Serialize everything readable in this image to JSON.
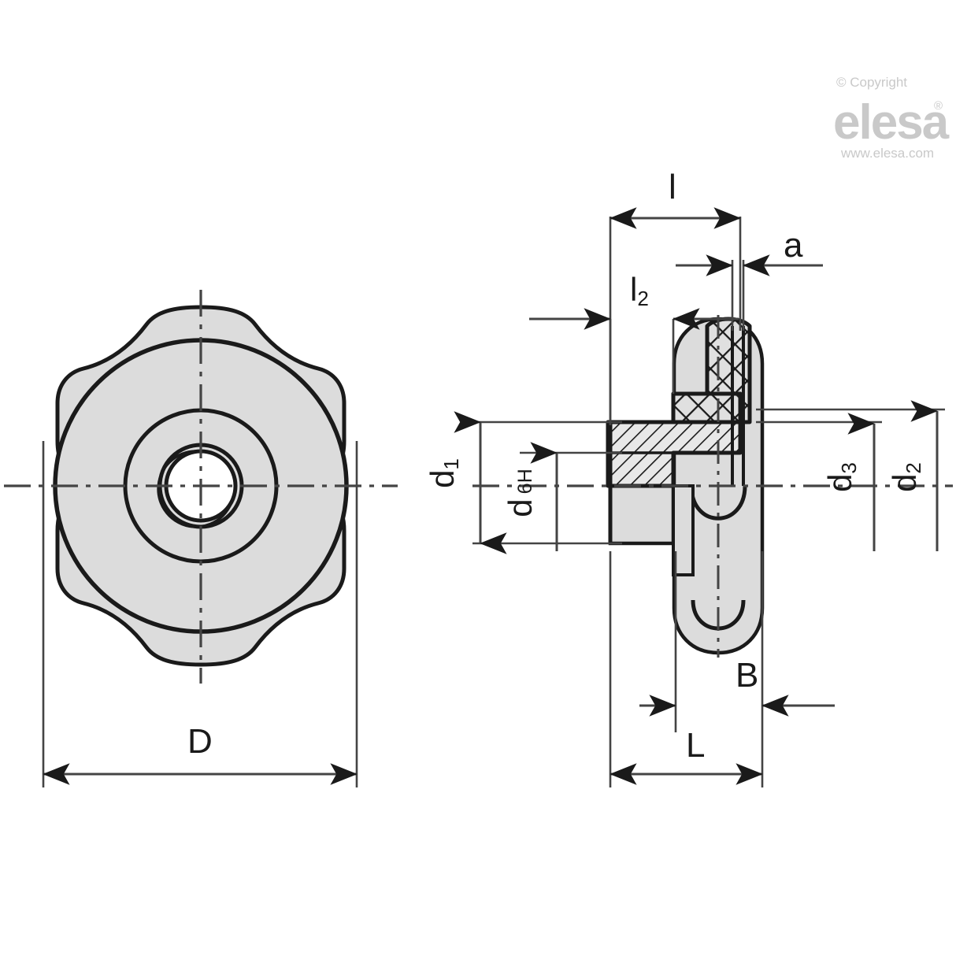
{
  "drawing": {
    "title": "Knurled knob technical drawing",
    "type": "engineering-drawing",
    "views": [
      {
        "name": "front-view",
        "description": "Six-lobed knob front elevation"
      },
      {
        "name": "section-view",
        "description": "Sectional side elevation with threaded boss"
      }
    ]
  },
  "branding": {
    "copyright": "© Copyright",
    "logo_text": "elesa",
    "registered_mark": "®",
    "website": "www.elesa.com",
    "color": "#c9c9c9"
  },
  "dimensions": {
    "D": {
      "label": "D",
      "view": "front-view",
      "orientation": "horizontal",
      "description": "Overall knob diameter"
    },
    "l": {
      "label": "l",
      "view": "section-view",
      "orientation": "horizontal",
      "description": "Overall length of boss"
    },
    "l2": {
      "label": "l",
      "subscript": "2",
      "view": "section-view",
      "orientation": "horizontal",
      "description": "Secondary length"
    },
    "a": {
      "label": "a",
      "view": "section-view",
      "orientation": "horizontal",
      "description": "Small axial gap"
    },
    "d1": {
      "label": "d",
      "subscript": "1",
      "view": "section-view",
      "orientation": "vertical",
      "description": "Boss outer diameter"
    },
    "d_6H": {
      "label": "d",
      "suffix": "6H",
      "view": "section-view",
      "orientation": "vertical",
      "description": "Threaded bore, tolerance 6H"
    },
    "d2": {
      "label": "d",
      "subscript": "2",
      "view": "section-view",
      "orientation": "vertical",
      "description": "Knob body diameter"
    },
    "d3": {
      "label": "d",
      "subscript": "3",
      "view": "section-view",
      "orientation": "vertical",
      "description": "Intermediate diameter"
    },
    "B": {
      "label": "B",
      "view": "section-view",
      "orientation": "horizontal",
      "description": "Knob body width"
    },
    "L": {
      "label": "L",
      "view": "section-view",
      "orientation": "horizontal",
      "description": "Overall assembly length"
    }
  },
  "style": {
    "line_color": "#1a1a1a",
    "fill_color": "#dcdcdc",
    "hatch_color": "#1a1a1a",
    "background": "#ffffff"
  }
}
